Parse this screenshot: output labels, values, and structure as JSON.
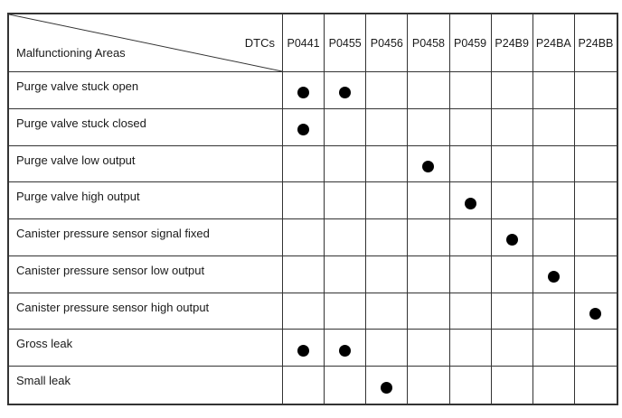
{
  "table": {
    "corner": {
      "dtcs_label": "DTCs",
      "areas_label": "Malfunctioning Areas"
    },
    "columns": [
      "P0441",
      "P0455",
      "P0456",
      "P0458",
      "P0459",
      "P24B9",
      "P24BA",
      "P24BB"
    ],
    "rows": [
      {
        "label": "Purge valve stuck open",
        "marks": [
          "P0441",
          "P0455"
        ]
      },
      {
        "label": "Purge valve stuck closed",
        "marks": [
          "P0441"
        ]
      },
      {
        "label": "Purge valve low output",
        "marks": [
          "P0458"
        ]
      },
      {
        "label": "Purge valve high output",
        "marks": [
          "P0459"
        ]
      },
      {
        "label": "Canister pressure sensor signal fixed",
        "marks": [
          "P24B9"
        ]
      },
      {
        "label": "Canister pressure sensor low output",
        "marks": [
          "P24BA"
        ]
      },
      {
        "label": "Canister pressure sensor high output",
        "marks": [
          "P24BB"
        ]
      },
      {
        "label": "Gross leak",
        "marks": [
          "P0441",
          "P0455"
        ]
      },
      {
        "label": "Small leak",
        "marks": [
          "P0456"
        ]
      }
    ],
    "mark_glyph": "filled-dot",
    "colors": {
      "border": "#333333",
      "text": "#1a1a1a",
      "dot": "#000000",
      "background": "#ffffff"
    }
  }
}
